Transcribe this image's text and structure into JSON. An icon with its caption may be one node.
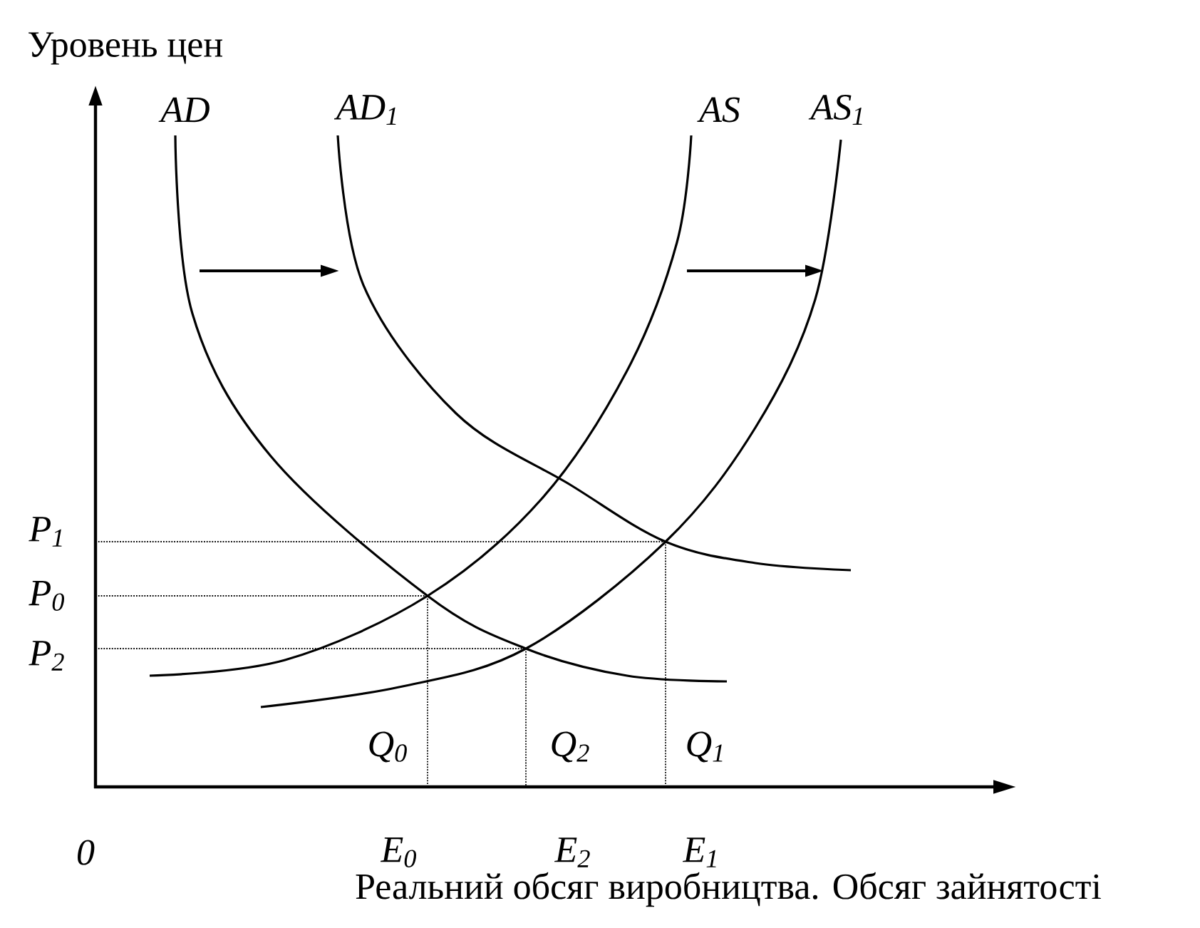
{
  "diagram": {
    "labels": [
      "Уровень цен",
      "AD",
      "AD$_{1}$",
      "AS",
      "AS$_{1}$",
      "P$_{1}$",
      "P$_{0}$",
      "P$_{2}$",
      "Q$_{0}$",
      "Q$_{2}$",
      "Q$_{1}$",
      "0",
      "E$_{0}$",
      "E$_{2}$",
      "E$_{1}$",
      "Реальний обсяг виробництва. Обсяг зайнятості"
    ]
  }
}
